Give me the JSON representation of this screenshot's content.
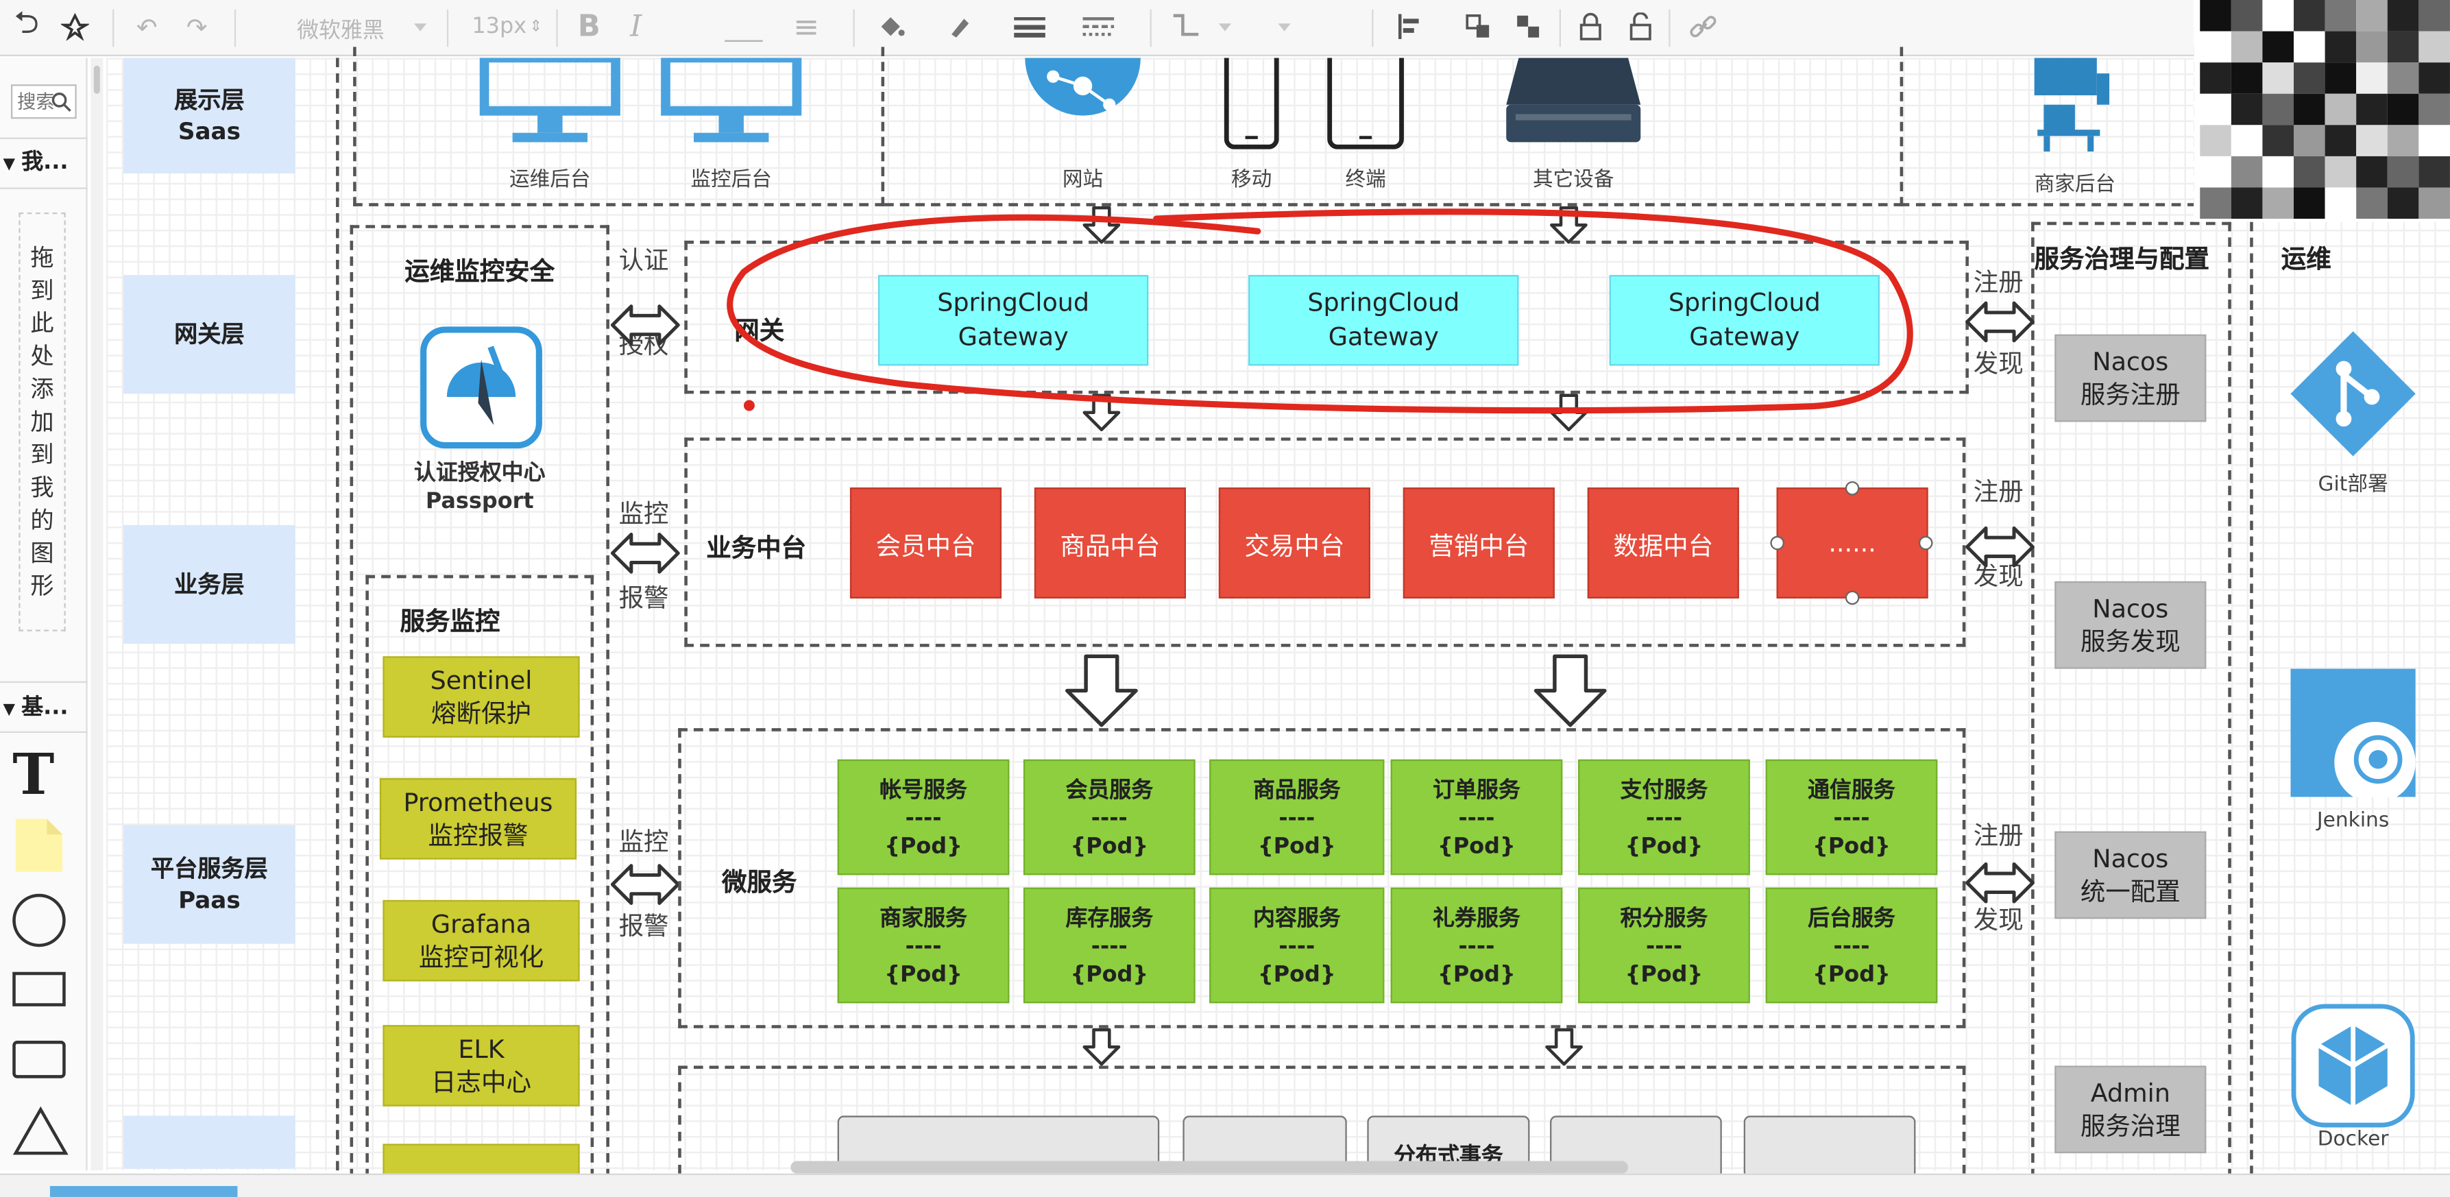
{
  "toolbar": {
    "font_name": "微软雅黑",
    "font_size": "13px"
  },
  "palette": {
    "search_placeholder": "搜索",
    "section_mine": "我...",
    "drop_hint": "拖到此处添加到我的图形",
    "section_basic": "基..."
  },
  "layers": {
    "display": "展示层\nSaas",
    "gateway": "网关层",
    "business": "业务层",
    "platform": "平台服务层\nPaas"
  },
  "top_devices": {
    "ops_backend": "运维后台",
    "monitor_backend": "监控后台",
    "website": "网站",
    "mobile": "移动",
    "terminal": "终端",
    "other": "其它设备",
    "merchant": "商家后台"
  },
  "ops_security": {
    "title": "运维监控安全",
    "auth_center": "认证授权中心",
    "auth_center_en": "Passport",
    "service_monitor": "服务监控",
    "monitors": [
      {
        "name": "Sentinel",
        "desc": "熔断保护"
      },
      {
        "name": "Prometheus",
        "desc": "监控报警"
      },
      {
        "name": "Grafana",
        "desc": "监控可视化"
      },
      {
        "name": "ELK",
        "desc": "日志中心"
      }
    ]
  },
  "arrows": {
    "auth": [
      "认证",
      "授权"
    ],
    "monitor1": [
      "监控",
      "报警"
    ],
    "monitor2": [
      "监控",
      "报警"
    ],
    "reg1": [
      "注册",
      "发现"
    ],
    "reg2": [
      "注册",
      "发现"
    ],
    "reg3": [
      "注册",
      "发现"
    ]
  },
  "gateway": {
    "label": "网关",
    "nodes": [
      "SpringCloud\nGateway",
      "SpringCloud\nGateway",
      "SpringCloud\nGateway"
    ]
  },
  "business": {
    "label": "业务中台",
    "nodes": [
      "会员中台",
      "商品中台",
      "交易中台",
      "营销中台",
      "数据中台",
      "......"
    ]
  },
  "microservices": {
    "label": "微服务",
    "pod": "{Pod}",
    "dashes": "----",
    "row1": [
      "帐号服务",
      "会员服务",
      "商品服务",
      "订单服务",
      "支付服务",
      "通信服务"
    ],
    "row2": [
      "商家服务",
      "库存服务",
      "内容服务",
      "礼券服务",
      "积分服务",
      "后台服务"
    ]
  },
  "governance": {
    "title": "服务治理与配置",
    "nodes": [
      "Nacos\n服务注册",
      "Nacos\n服务发现",
      "Nacos\n统一配置",
      "Admin\n服务治理"
    ]
  },
  "devops": {
    "title": "运维",
    "git": "Git部署",
    "jenkins": "Jenkins",
    "docker": "Docker"
  },
  "tech_row": {
    "distributed_tx": "分布式事务"
  },
  "colors": {
    "gateway_fill": "#80ffff",
    "business_fill": "#e74c3c",
    "service_fill": "#8dcf3f",
    "monitor_fill": "#cccc33",
    "nacos_fill": "#c0c0c0",
    "layer_fill": "#dae8fc",
    "annotation_red": "#e0281e"
  }
}
